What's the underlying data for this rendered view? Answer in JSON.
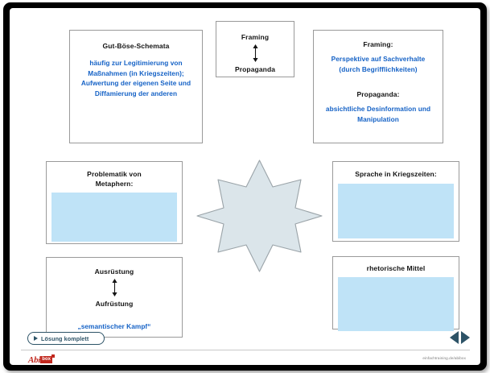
{
  "slide": {
    "boxes": {
      "gut_boese": {
        "title": "Gut-Böse-Schemata",
        "body_lines": [
          "häufig zur Legitimierung von",
          "Maßnahmen (in Kriegszeiten);",
          "Aufwertung der eigenen Seite und",
          "Diffamierung der anderen"
        ]
      },
      "framing_propaganda": {
        "top_label": "Framing",
        "bottom_label": "Propaganda",
        "arrow_icon": "double-headed-vertical-arrow-icon"
      },
      "framing_definition": {
        "heading_1": "Framing:",
        "body_1_line_1": "Perspektive auf Sachverhalte",
        "body_1_line_2": "(durch Begrifflichkeiten)",
        "heading_2": "Propaganda:",
        "body_2_line_1": "absichtliche Desinformation und",
        "body_2_line_2": "Manipulation"
      },
      "metaphern": {
        "title_line_1": "Problematik von",
        "title_line_2": "Metaphern:",
        "answer_value": "",
        "answer_placeholder": ""
      },
      "sprache": {
        "title": "Sprache in Kriegszeiten:",
        "answer_value": "",
        "answer_placeholder": ""
      },
      "ausruestung": {
        "top_label": "Ausrüstung",
        "bottom_label": "Aufrüstung",
        "arrow_icon": "double-headed-vertical-arrow-icon",
        "footer_text": "„semantischer Kampf“"
      },
      "rhetorische": {
        "title": "rhetorische Mittel",
        "answer_value": "",
        "answer_placeholder": ""
      }
    },
    "star": {
      "points": 8,
      "fill": "#dbe5ea",
      "stroke": "#9aa3a8"
    }
  },
  "controls": {
    "solution_button_label": "Lösung komplett",
    "solution_button_icon": "play-triangle-icon",
    "nav_back_icon": "triangle-left-icon",
    "nav_forward_icon": "triangle-right-icon"
  },
  "footer": {
    "logo_text": "Abi",
    "logo_badge": "box",
    "credit": "einfachtraining.de/abibox"
  },
  "colors": {
    "frame": "#000000",
    "heading_text": "#141414",
    "body_text": "#1562c6",
    "answer_field": "#bfe3f7",
    "box_border": "#9a9a9a",
    "control_accent": "#2d5367",
    "logo_red": "#c1281e",
    "star_fill": "#dbe5ea"
  }
}
